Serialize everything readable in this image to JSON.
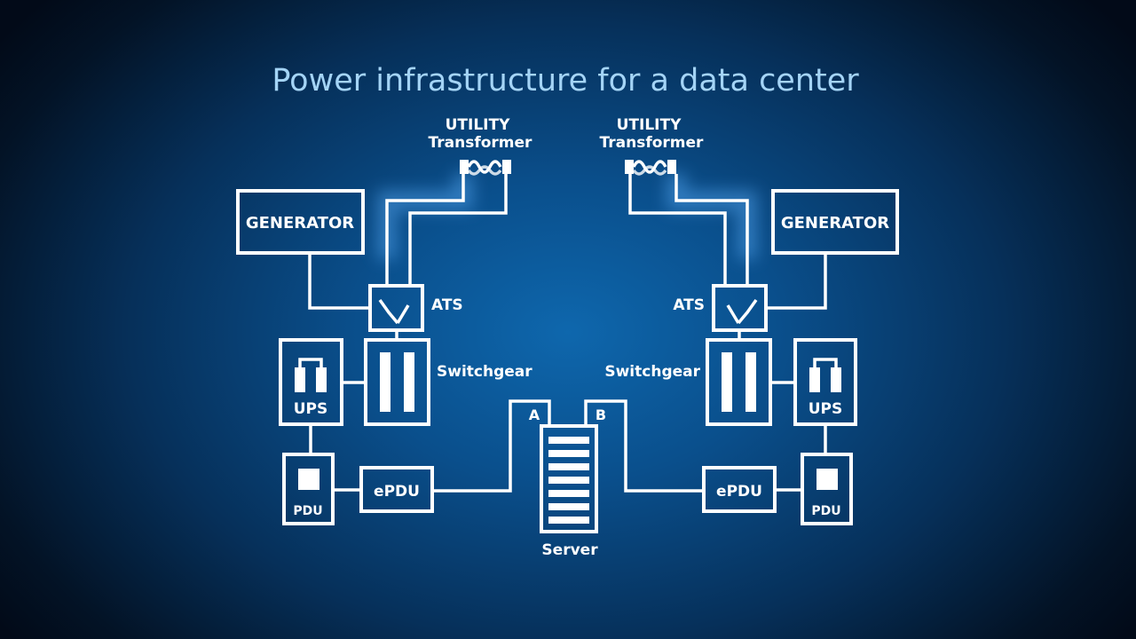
{
  "title": "Power infrastructure for a data center",
  "left": {
    "utility_line1": "UTILITY",
    "utility_line2": "Transformer",
    "generator": "GENERATOR",
    "ats": "ATS",
    "switchgear": "Switchgear",
    "ups": "UPS",
    "pdu": "PDU",
    "epdu": "ePDU"
  },
  "right": {
    "utility_line1": "UTILITY",
    "utility_line2": "Transformer",
    "generator": "GENERATOR",
    "ats": "ATS",
    "switchgear": "Switchgear",
    "ups": "UPS",
    "pdu": "PDU",
    "epdu": "ePDU"
  },
  "server": {
    "label": "Server",
    "feed_a": "A",
    "feed_b": "B"
  },
  "colors": {
    "title": "#a4d4f6",
    "lines": "#ffffff",
    "glow": "#5fb2ff",
    "background_center": "#0e67ad",
    "background_edge": "#020a18"
  }
}
